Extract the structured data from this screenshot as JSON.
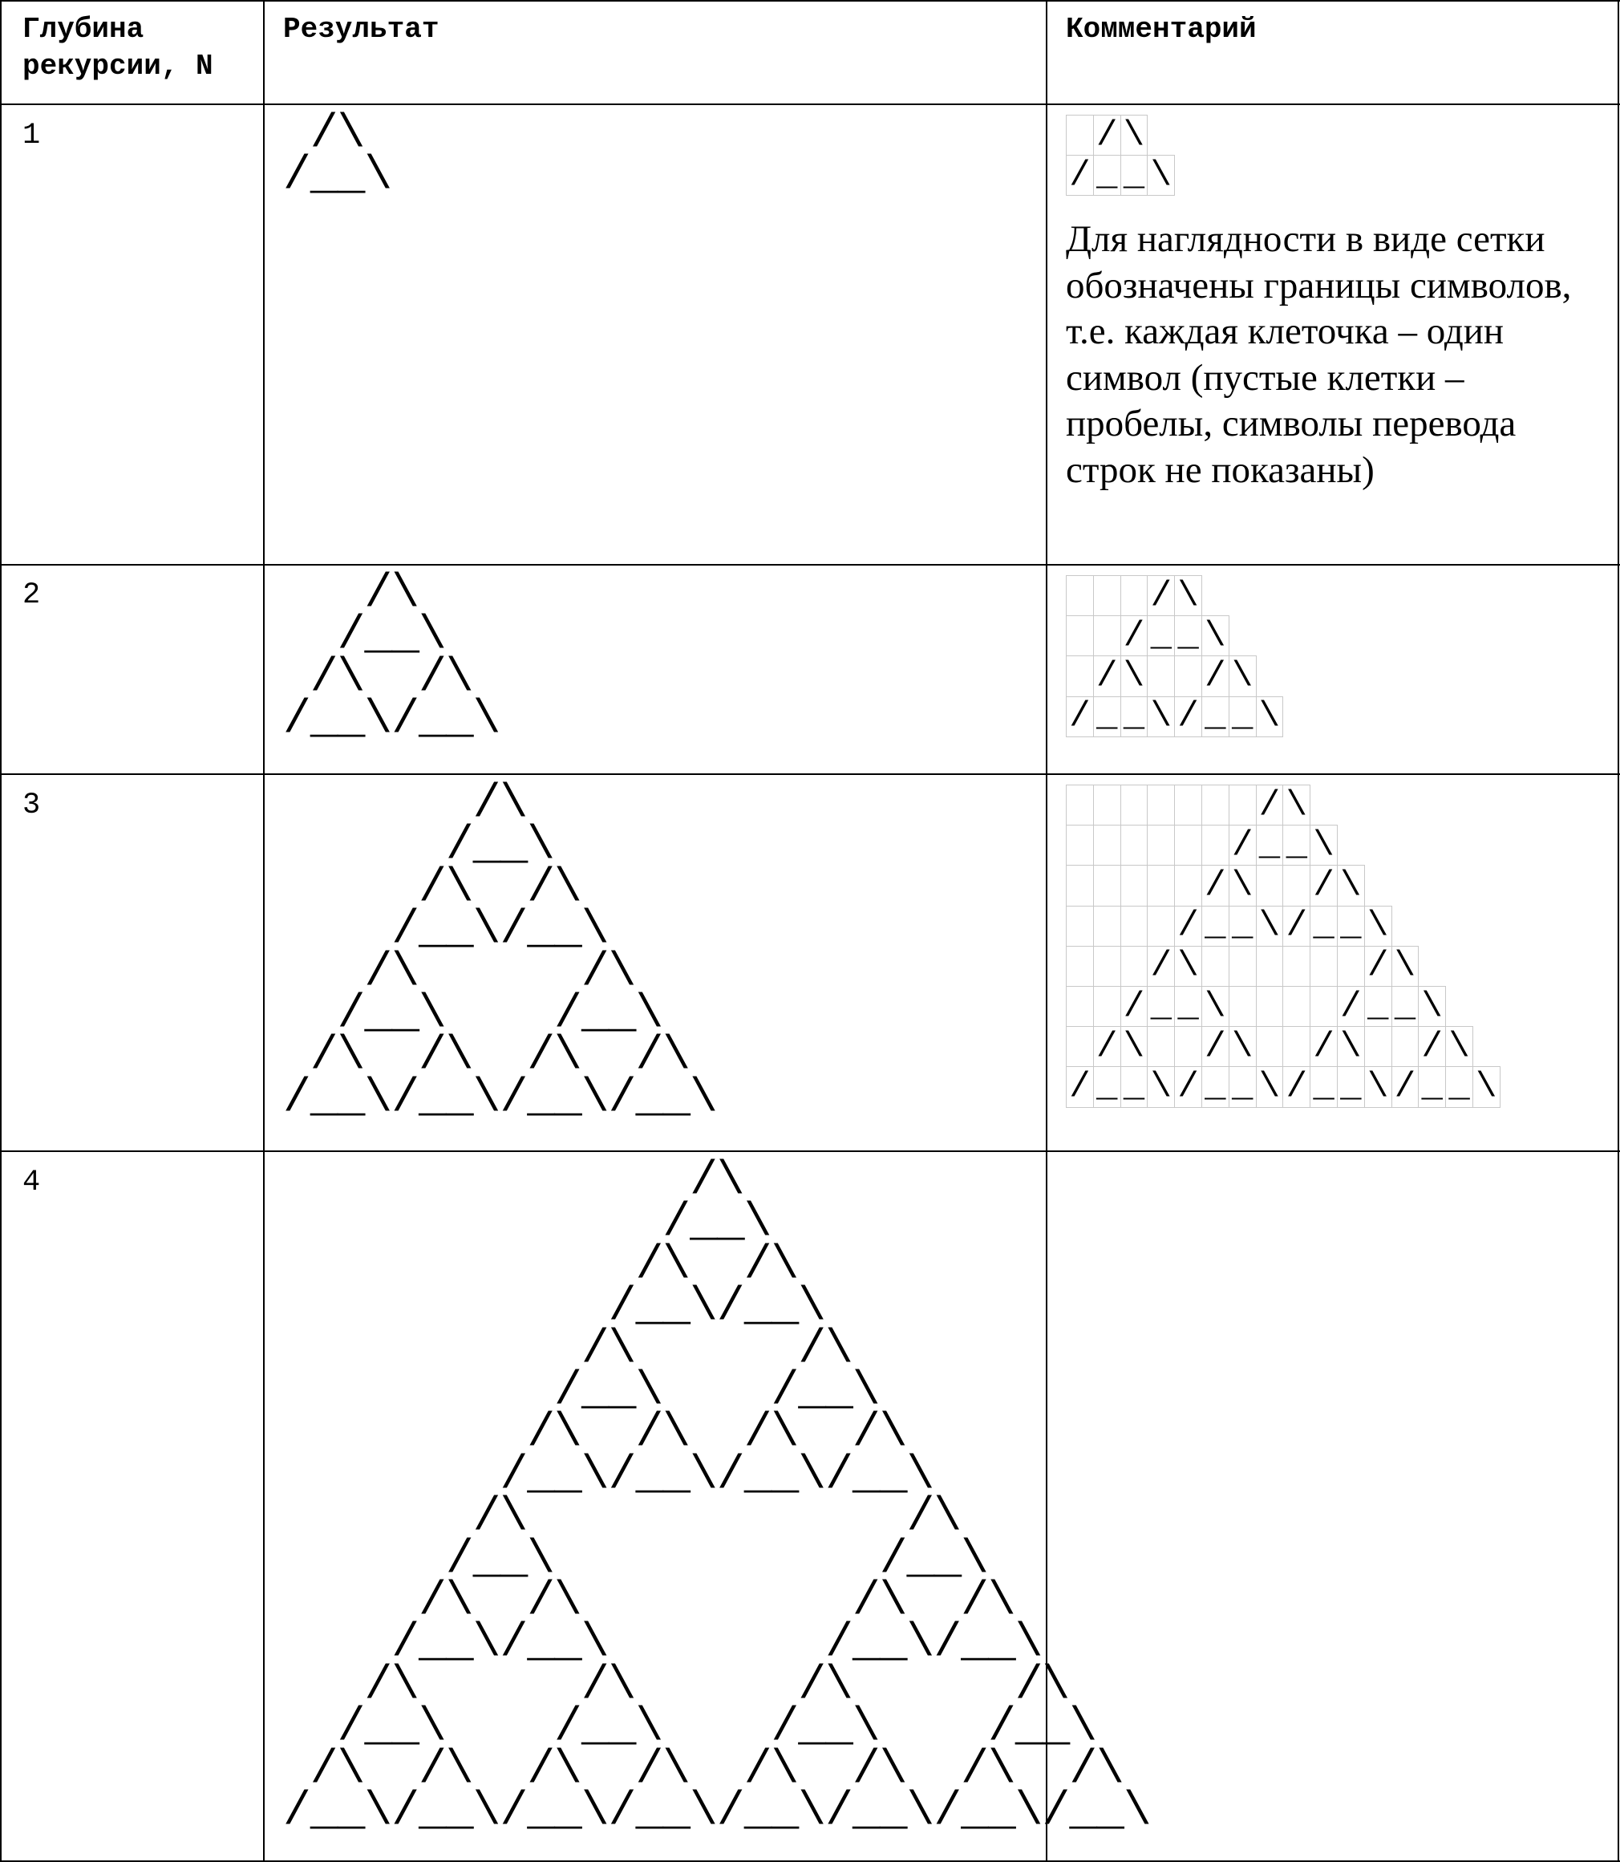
{
  "headers": {
    "depth": "Глубина\nрекурсии, N",
    "result": "Результат",
    "comment": "Комментарий"
  },
  "rows": [
    {
      "n": "1",
      "depth": 1
    },
    {
      "n": "2",
      "depth": 2
    },
    {
      "n": "3",
      "depth": 3
    },
    {
      "n": "4",
      "depth": 4
    }
  ],
  "note": "Для наглядности в виде сетки обозначены границы символов, т.е. каждая клеточка – один символ (пустые клетки – пробелы, символы перевода строк не показаны)"
}
